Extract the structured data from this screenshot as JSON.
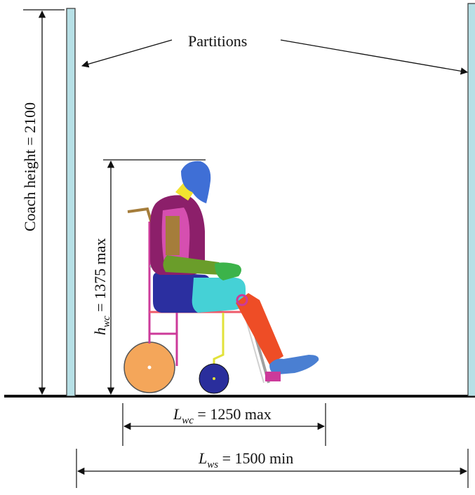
{
  "labels": {
    "partitions": "Partitions",
    "coach_height": "Coach height = 2100",
    "hwc_symbol": "h",
    "hwc_subscript": "wc",
    "hwc_value": " = 1375 max",
    "lwc_symbol": "L",
    "lwc_subscript": "wc",
    "lwc_value": " = 1250 max",
    "lws_symbol": "L",
    "lws_subscript": "ws",
    "lws_value": " = 1500 min"
  },
  "colors": {
    "partition_fill": "#b7e0e6",
    "line": "#111111",
    "helmet": "#3f6fd6",
    "neck": "#f2e230",
    "torso": "#8c1f6a",
    "torso_panel": "#d64fb0",
    "arm": "#6a9d2a",
    "hand": "#3cb34a",
    "seat": "#2b2fa0",
    "thigh": "#45d1d6",
    "leg": "#ee4d26",
    "shoe": "#4a7fd2",
    "rear_wheel": "#f4a65a",
    "front_wheel": "#2a2e9c",
    "frame_magenta": "#cc3a9a",
    "frame_yellow": "#e2e23a",
    "frame_gray": "#a0a0a0",
    "handle": "#a57d3b"
  }
}
